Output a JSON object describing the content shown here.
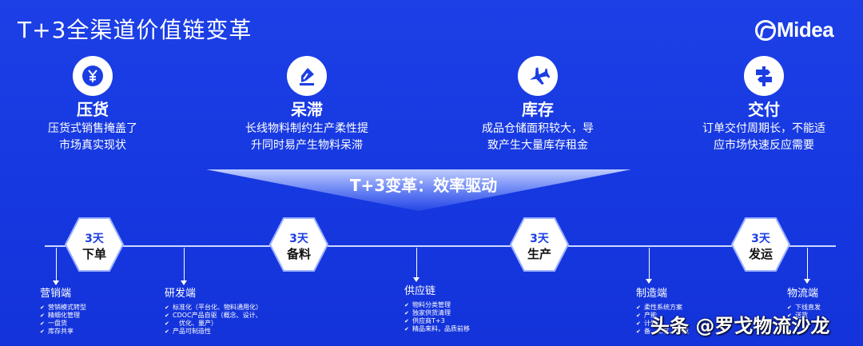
{
  "title": "T+3全渠道价值链变革",
  "logo": "Midea",
  "pillars": [
    {
      "icon": "yen-coin-icon",
      "title": "压货",
      "desc": [
        "压货式销售掩盖了",
        "市场真实现状"
      ]
    },
    {
      "icon": "pen-nib-icon",
      "title": "呆滞",
      "desc": [
        "长线物料制约生产柔性提",
        "升同时易产生物料呆滞"
      ]
    },
    {
      "icon": "airplane-icon",
      "title": "库存",
      "desc": [
        "成品仓储面积较大，导",
        "致产生大量库存租金"
      ]
    },
    {
      "icon": "delivery-sign-icon",
      "title": "交付",
      "desc": [
        "订单交付周期长，不能适",
        "应市场快速反应需要"
      ]
    }
  ],
  "funnel_label": "T+3变革：效率驱动",
  "stages": [
    {
      "days": "3天",
      "name": "下单"
    },
    {
      "days": "3天",
      "name": "备料"
    },
    {
      "days": "3天",
      "name": "生产"
    },
    {
      "days": "3天",
      "name": "发运"
    }
  ],
  "endpoints": [
    {
      "name": "营销端",
      "items": [
        "营销模式转型",
        "精细化管理",
        "一盘货",
        "库存共享"
      ]
    },
    {
      "name": "研发端",
      "items": [
        "标准化（平台化、物料通用化）",
        "CDOC产品自驱（概念、设计、",
        "优化、量产）",
        "产品可制造性"
      ]
    },
    {
      "name": "供应链",
      "items": [
        "物料分类管理",
        "独家供货清理",
        "供应商T+3",
        "精品来料，品质前移"
      ]
    },
    {
      "name": "制造端",
      "items": [
        "柔性系统方案",
        "产能",
        "计划",
        "备、工艺、环境"
      ]
    },
    {
      "name": "物流端",
      "items": [
        "下线直发",
        "送货"
      ]
    }
  ],
  "watermark": "头条 @罗戈物流沙龙"
}
